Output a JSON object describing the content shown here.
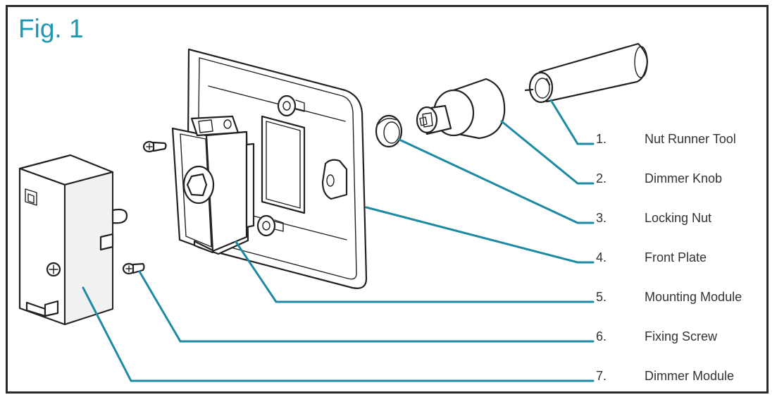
{
  "figure": {
    "title": "Fig. 1",
    "accent_color": "#1d8aa3",
    "parts": [
      {
        "number": "1.",
        "label": "Nut Runner Tool"
      },
      {
        "number": "2.",
        "label": "Dimmer Knob"
      },
      {
        "number": "3.",
        "label": "Locking Nut"
      },
      {
        "number": "4.",
        "label": "Front Plate"
      },
      {
        "number": "5.",
        "label": "Mounting Module"
      },
      {
        "number": "6.",
        "label": "Fixing Screw"
      },
      {
        "number": "7.",
        "label": "Dimmer Module"
      }
    ]
  }
}
